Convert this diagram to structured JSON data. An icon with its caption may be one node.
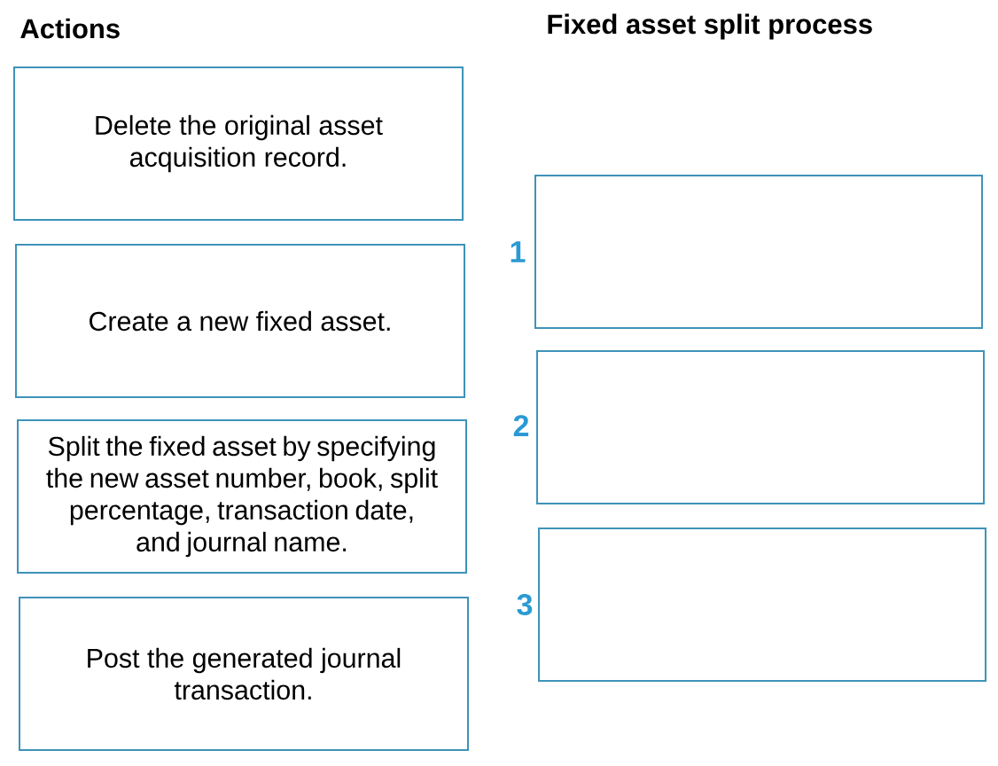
{
  "diagram": {
    "nodes": [
      {
        "text": [
          "Delete the original asset acquisition record."
        ]
      },
      {
        "text": [
          "Create a new fixed asset."
        ]
      },
      {
        "text": [
          "Split the fixed asset by specifying the new asset number, book, split percentage, transaction date, and journal name."
        ]
      },
      {
        "text": [
          "Post the generated journal transaction."
        ]
      },
      {
        "text": [],
        "shape": "box",
        "beside": [
          "1"
        ]
      },
      {
        "text": [],
        "shape": "box",
        "beside": [
          "2"
        ]
      },
      {
        "text": [],
        "shape": "box",
        "beside": [
          "3"
        ]
      }
    ],
    "labels": [
      "Actions",
      "Fixed asset split process"
    ]
  }
}
